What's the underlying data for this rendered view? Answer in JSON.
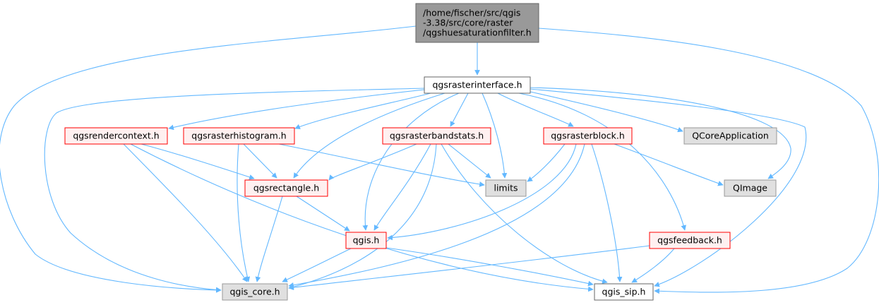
{
  "graph": {
    "colors": {
      "edge": "#63b8ff",
      "root_fill": "#999999",
      "root_stroke": "#666666",
      "plain_fill": "#ffffff",
      "plain_stroke": "#666666",
      "truncated_fill": "#fff0f0",
      "truncated_stroke": "#ff0000",
      "system_fill": "#e0e0e0",
      "system_stroke": "#999999"
    },
    "nodes": {
      "root": {
        "lines": [
          "/home/fischer/src/qgis",
          "-3.38/src/core/raster",
          "/qgshuesaturationfilter.h"
        ],
        "style": "root"
      },
      "qgsrasterinterface": {
        "lines": [
          "qgsrasterinterface.h"
        ],
        "style": "plain"
      },
      "qgsrendercontext": {
        "lines": [
          "qgsrendercontext.h"
        ],
        "style": "truncated"
      },
      "qgsrasterhistogram": {
        "lines": [
          "qgsrasterhistogram.h"
        ],
        "style": "truncated"
      },
      "qgsrasterbandstats": {
        "lines": [
          "qgsrasterbandstats.h"
        ],
        "style": "truncated"
      },
      "qgsrasterblock": {
        "lines": [
          "qgsrasterblock.h"
        ],
        "style": "truncated"
      },
      "qcoreapplication": {
        "lines": [
          "QCoreApplication"
        ],
        "style": "system"
      },
      "qgsrectangle": {
        "lines": [
          "qgsrectangle.h"
        ],
        "style": "truncated"
      },
      "limits": {
        "lines": [
          "limits"
        ],
        "style": "system"
      },
      "qimage": {
        "lines": [
          "QImage"
        ],
        "style": "system"
      },
      "qgis": {
        "lines": [
          "qgis.h"
        ],
        "style": "truncated"
      },
      "qgsfeedback": {
        "lines": [
          "qgsfeedback.h"
        ],
        "style": "truncated"
      },
      "qgis_core": {
        "lines": [
          "qgis_core.h"
        ],
        "style": "system"
      },
      "qgis_sip": {
        "lines": [
          "qgis_sip.h"
        ],
        "style": "plain"
      }
    },
    "edges": [
      [
        "root",
        "qgsrasterinterface"
      ],
      [
        "root",
        "qgis_core"
      ],
      [
        "root",
        "qgis_sip"
      ],
      [
        "qgsrasterinterface",
        "qgis_core"
      ],
      [
        "qgsrasterinterface",
        "qgis_sip"
      ],
      [
        "qgsrasterinterface",
        "qgsrendercontext"
      ],
      [
        "qgsrasterinterface",
        "qgsrasterhistogram"
      ],
      [
        "qgsrasterinterface",
        "qgsrectangle"
      ],
      [
        "qgsrasterinterface",
        "qgis"
      ],
      [
        "qgsrasterinterface",
        "qgsrasterbandstats"
      ],
      [
        "qgsrasterinterface",
        "limits"
      ],
      [
        "qgsrasterinterface",
        "qgsrasterblock"
      ],
      [
        "qgsrasterinterface",
        "qcoreapplication"
      ],
      [
        "qgsrasterinterface",
        "qimage"
      ],
      [
        "qgsrasterinterface",
        "qgsfeedback"
      ],
      [
        "qgsrendercontext",
        "qgsrectangle"
      ],
      [
        "qgsrendercontext",
        "qgis_core"
      ],
      [
        "qgsrendercontext",
        "qgis_sip"
      ],
      [
        "qgsrasterhistogram",
        "qgsrectangle"
      ],
      [
        "qgsrasterhistogram",
        "qgis_core"
      ],
      [
        "qgsrasterhistogram",
        "limits"
      ],
      [
        "qgsrasterbandstats",
        "qgsrectangle"
      ],
      [
        "qgsrasterbandstats",
        "qgis"
      ],
      [
        "qgsrasterbandstats",
        "qgis_core"
      ],
      [
        "qgsrasterbandstats",
        "limits"
      ],
      [
        "qgsrasterbandstats",
        "qgis_sip"
      ],
      [
        "qgsrasterblock",
        "limits"
      ],
      [
        "qgsrasterblock",
        "qimage"
      ],
      [
        "qgsrasterblock",
        "qgis"
      ],
      [
        "qgsrasterblock",
        "qgis_core"
      ],
      [
        "qgsrasterblock",
        "qgis_sip"
      ],
      [
        "qgsrectangle",
        "qgis"
      ],
      [
        "qgsrectangle",
        "qgis_core"
      ],
      [
        "qgis",
        "qgis_core"
      ],
      [
        "qgis",
        "qgis_sip"
      ],
      [
        "qgsfeedback",
        "qgis_core"
      ],
      [
        "qgsfeedback",
        "qgis_sip"
      ]
    ]
  }
}
